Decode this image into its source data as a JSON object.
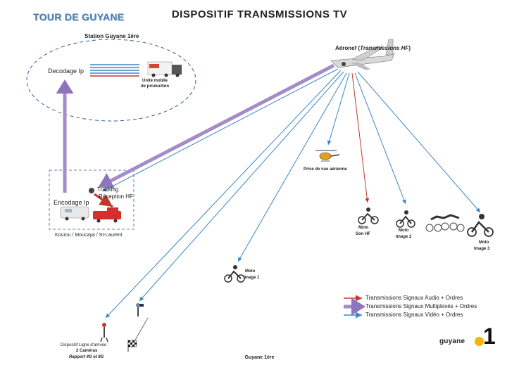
{
  "header": {
    "subtitle": "TOUR DE GUYANE",
    "title": "DISPOSITIF TRANSMISSIONS TV"
  },
  "station": {
    "label": "Station Guyane 1ère",
    "decodage": "Decodage Ip",
    "unite_line1": "Unité mobile",
    "unite_line2": "de production"
  },
  "aircraft": {
    "label_prefix": "Aéronef (",
    "label_italic": "Transmissions HF",
    "label_suffix": ")"
  },
  "ground": {
    "tracking": "Tracking",
    "reception": "Réception HF",
    "encodage": "Encodage Ip",
    "locations": "Kourou / Moucaya / St-Laurent"
  },
  "points": {
    "prise_de_vue": "Prise de vue aérienne",
    "moto_son_1": "Moto",
    "moto_son_2": "Son HF",
    "moto_image2_1": "Moto",
    "moto_image2_2": "Image 2",
    "moto_image3_1": "Moto",
    "moto_image3_2": "Image 3",
    "moto_image1_1": "Moto",
    "moto_image1_2": "Image 1"
  },
  "finish": {
    "line1": "Dispositif Ligne d'arrivée :",
    "line2": "2 Caméras",
    "line3": "Rapport 4G et 8G"
  },
  "legend": {
    "audio": "Transmissions Signaux Audio + Ordres",
    "multiplex": "Transmissions Signaux Multiplexés + Ordres",
    "video": "Transmissions Signaux Vidéo + Ordres"
  },
  "footer": "Guyane 1ère",
  "logo": {
    "text": "guyane",
    "number": "1"
  },
  "colors": {
    "audio": "#c0392b",
    "multiplex": "#a48bc9",
    "video": "#3b86c6",
    "accent": "#f2b700"
  }
}
